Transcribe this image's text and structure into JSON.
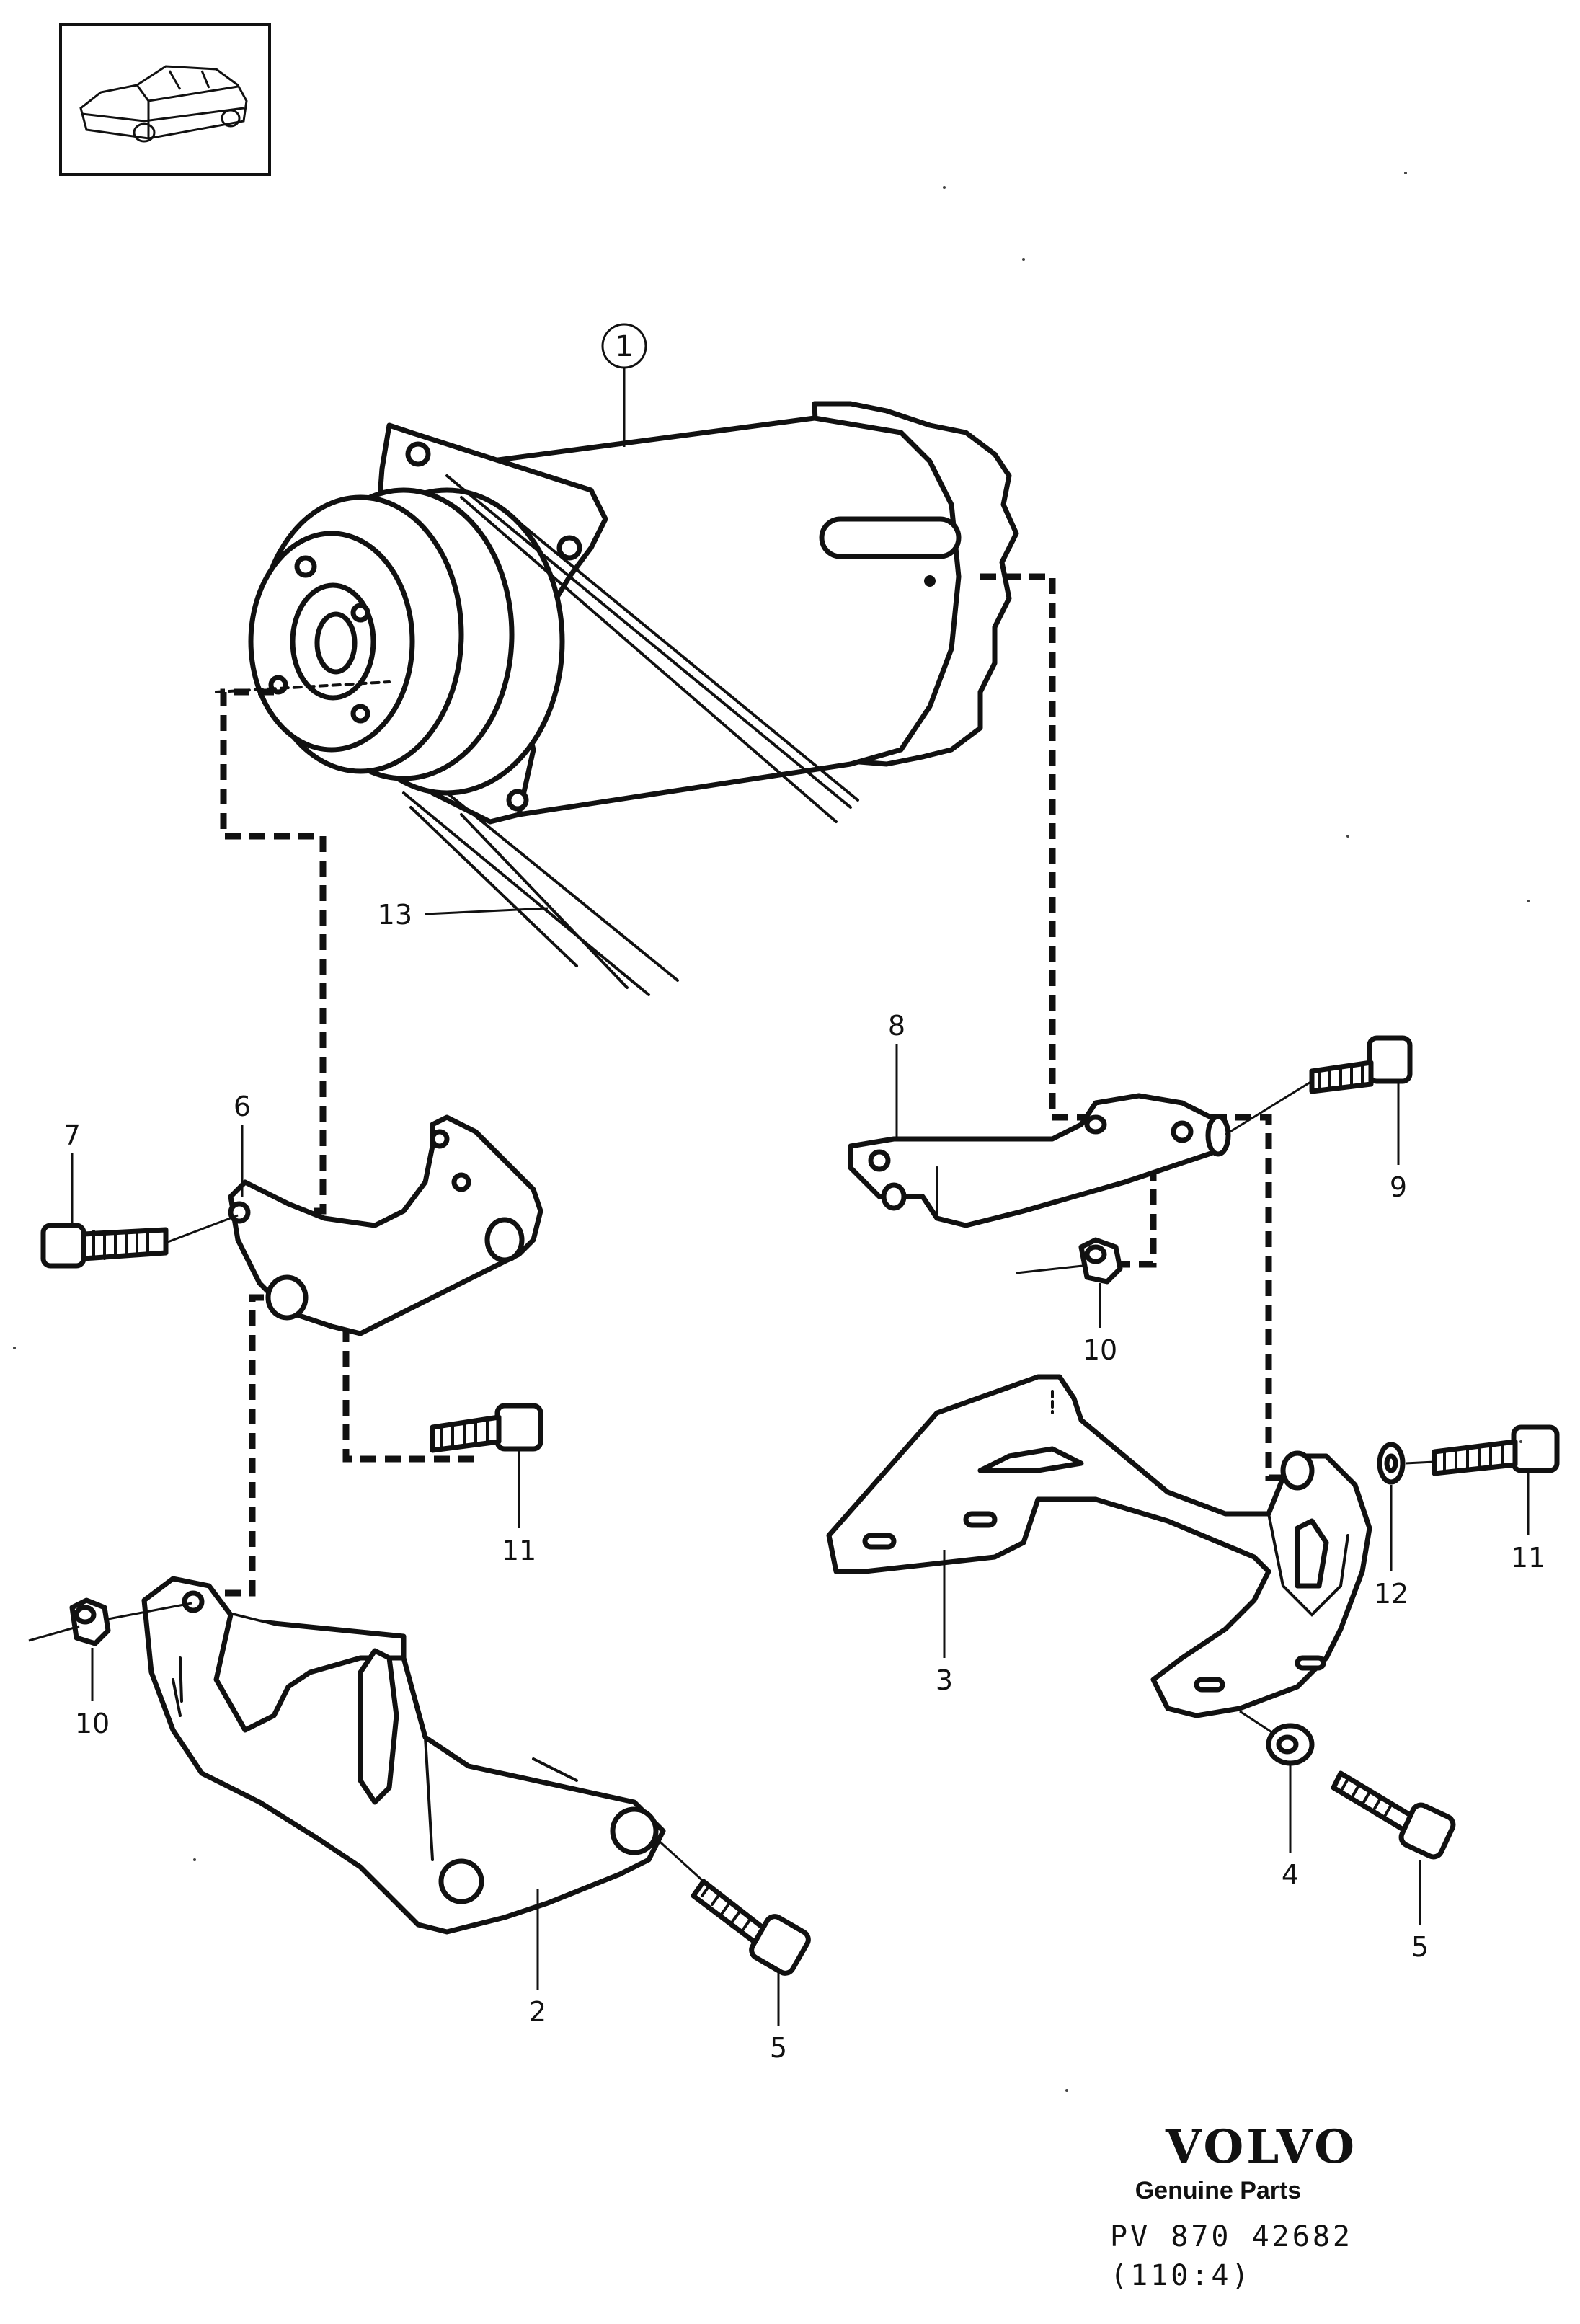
{
  "callouts": {
    "c1": "1",
    "c2": "2",
    "c3": "3",
    "c4": "4",
    "c5a": "5",
    "c5b": "5",
    "c6": "6",
    "c7": "7",
    "c8": "8",
    "c9": "9",
    "c10a": "10",
    "c10b": "10",
    "c11a": "11",
    "c11b": "11",
    "c12": "12",
    "c13": "13"
  },
  "footer": {
    "brand": "VOLVO",
    "tagline": "Genuine Parts",
    "code": "PV 870 42682",
    "ref": "(110:4)"
  }
}
